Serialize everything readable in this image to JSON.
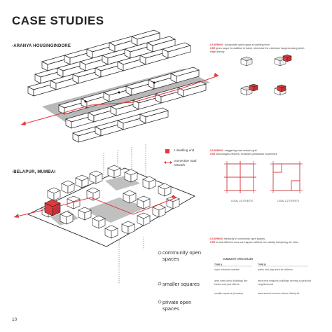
{
  "title": "CASE STUDIES",
  "page_number": "10",
  "sections": {
    "aranya": {
      "label": "-ARANYA HOUSINGINDORE"
    },
    "belapur": {
      "label": "-BELAPUR, MUMBAI"
    }
  },
  "legend": {
    "dwelling_unit": "1 dwelling unit",
    "road_network_line1": "connective road",
    "road_network_line2": "network"
  },
  "notes": {
    "note1": {
      "keyword": "LEARNING",
      "line1": "-incorporate open space at dwelling level",
      "use_kw": "USE",
      "line2": "gives scope for addition in future. otherwise the extension happens along street",
      "line3": "edge directly"
    },
    "note2": {
      "keyword": "LEARNING",
      "line1": "-staggering road network grid",
      "use_kw": "USE",
      "line2": "discourages vehicles, enhances pedestrian experience"
    },
    "note3": {
      "keyword": "LEARNING",
      "line1": "hierarchy in community open spaces",
      "use_kw": "USE",
      "line2": "so that different uses can happen without one activity hampering the other"
    }
  },
  "grid_captions": {
    "left": "LEGAL 1/1 STREETS",
    "right": "LEGAL 1/2 STREETS"
  },
  "callouts": {
    "community_line1": "community open",
    "community_line2": "spaces",
    "smaller_squares": "smaller squares",
    "private_line1": "private open",
    "private_line2": "spaces"
  },
  "table": {
    "title": "COMMUNITY OPEN SPACES",
    "col_a_head": "TYPE A",
    "col_b_head": "TYPE B",
    "rows": [
      {
        "a": "open informal markets",
        "b": "parks and play area for children"
      },
      {
        "a": "area near public buildings like banks and post offices",
        "b": "area near religious buildings serving a particular neighborhood"
      },
      {
        "a": "smaller squares (chowks)",
        "b": "area around corners where elderly sit"
      }
    ]
  },
  "colors": {
    "accent": "#e03a3e",
    "ground": "#b8b8b8",
    "line": "#222222"
  }
}
